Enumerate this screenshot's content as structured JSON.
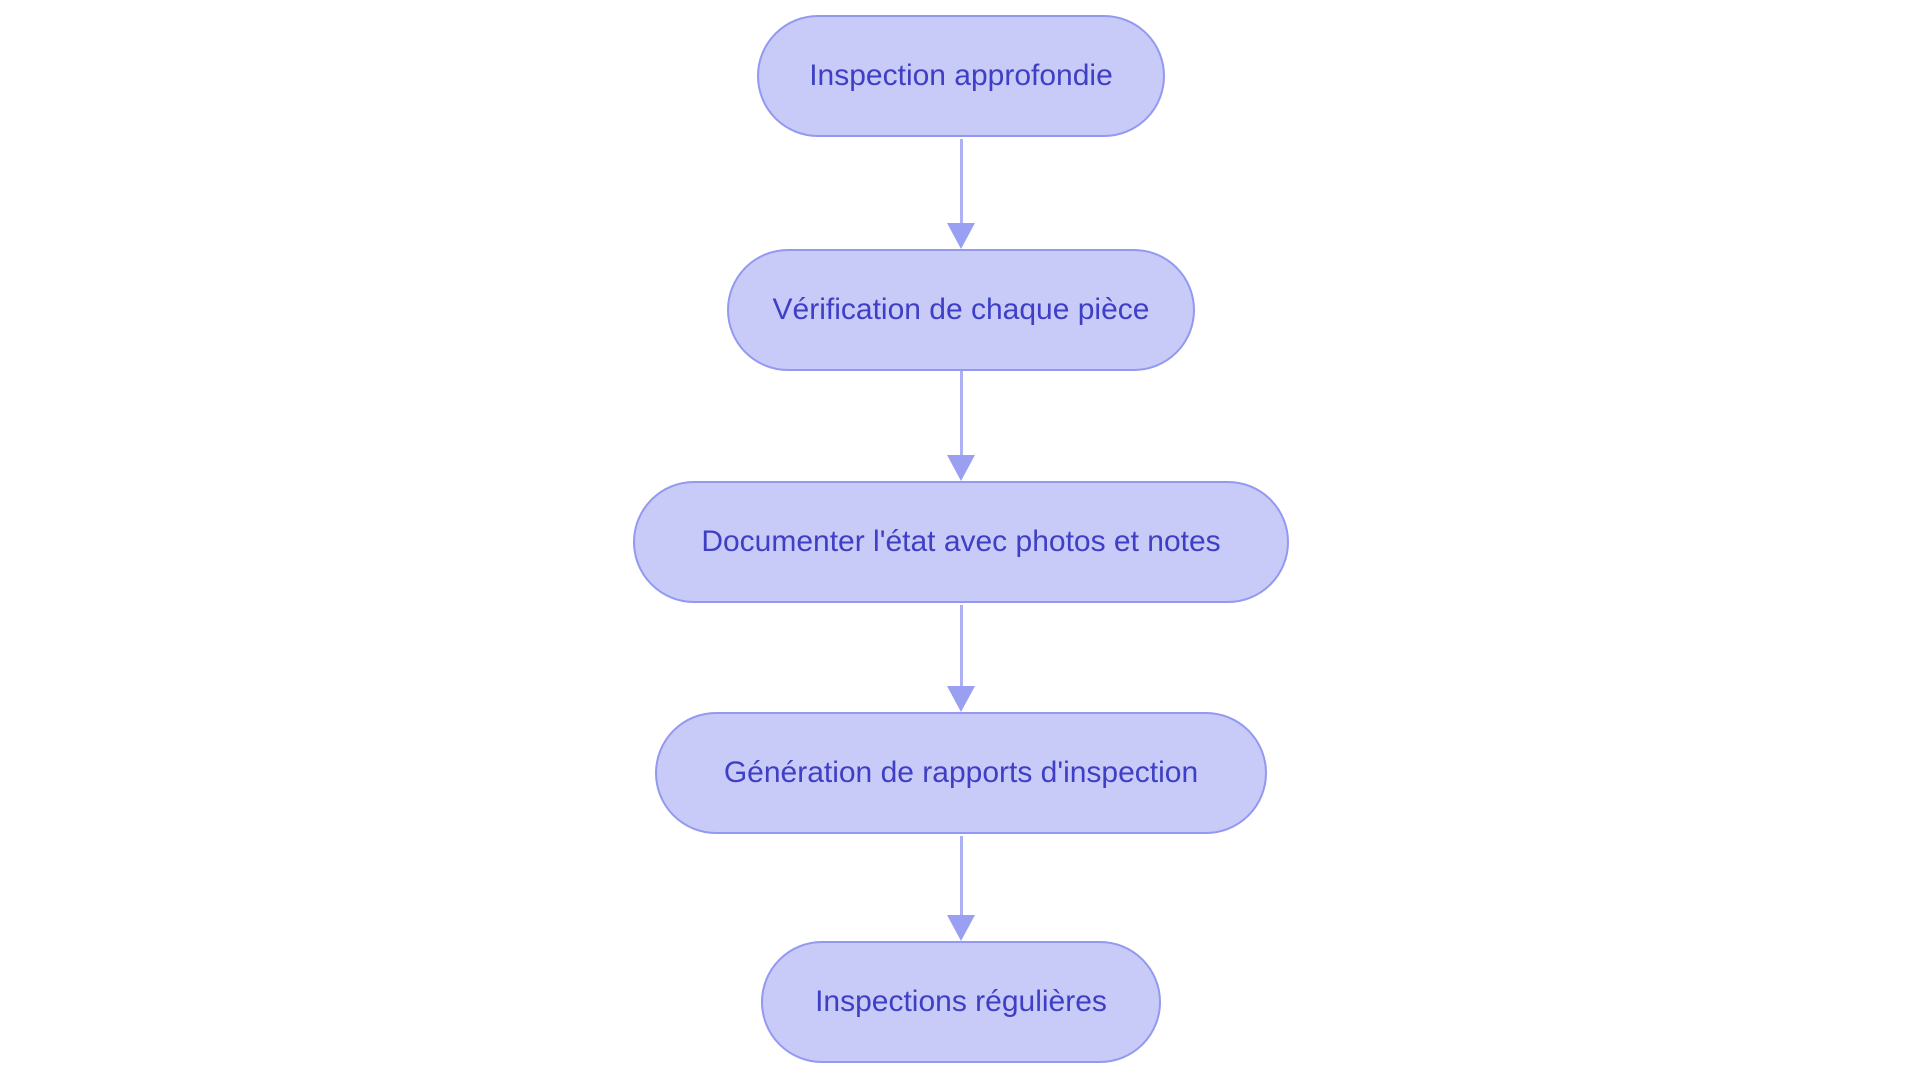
{
  "page": {
    "background_color": "#ffffff"
  },
  "flowchart": {
    "type": "flowchart",
    "direction": "top-down",
    "colors": {
      "canvas-bg": "#ffffff",
      "node-fill": "#c8caf8",
      "node-border": "#9399f0",
      "node-text": "#3e3fc4",
      "edge-line": "#aeb2f4",
      "edge-head": "#99a0f1"
    },
    "nodes": [
      {
        "id": "1",
        "shape": "stadium",
        "label": "Inspection approfondie"
      },
      {
        "id": "2",
        "shape": "stadium",
        "label": "Vérification de chaque pièce"
      },
      {
        "id": "3",
        "shape": "stadium",
        "label": "Documenter l'état avec photos et notes"
      },
      {
        "id": "4",
        "shape": "stadium",
        "label": "Génération de rapports d'inspection"
      },
      {
        "id": "5",
        "shape": "stadium",
        "label": "Inspections régulières"
      }
    ],
    "edges": [
      {
        "from": "1",
        "to": "2",
        "style": "arrow-down"
      },
      {
        "from": "2",
        "to": "3",
        "style": "arrow-down"
      },
      {
        "from": "3",
        "to": "4",
        "style": "arrow-down"
      },
      {
        "from": "4",
        "to": "5",
        "style": "arrow-down"
      }
    ]
  }
}
